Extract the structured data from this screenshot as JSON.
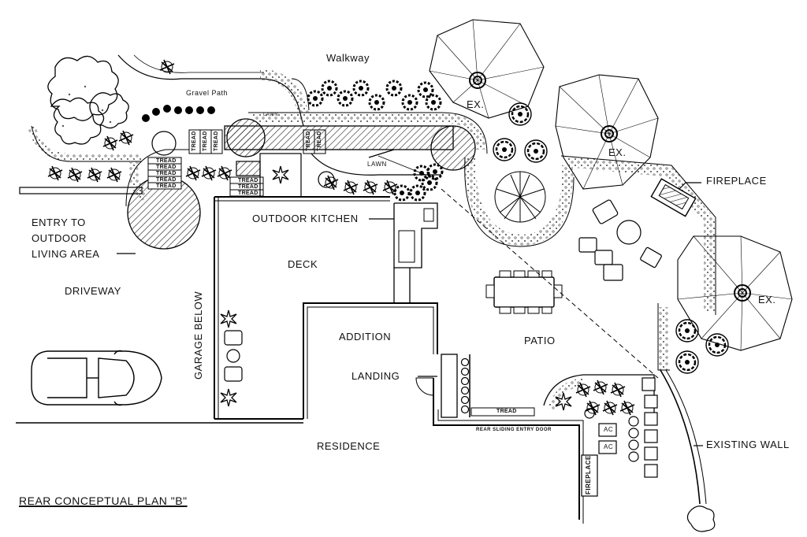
{
  "title": "REAR CONCEPTUAL PLAN \"B\"",
  "labels": {
    "walkway": "Walkway",
    "gravel_path": "Gravel Path",
    "lawn_small": "LAWN",
    "lawn": "LAWN",
    "tread": "TREAD",
    "entry": [
      "ENTRY TO",
      "OUTDOOR",
      "LIVING AREA"
    ],
    "driveway": "DRIVEWAY",
    "garage_below": "GARAGE BELOW",
    "outdoor_kitchen": "OUTDOOR KITCHEN",
    "deck": "DECK",
    "addition": "ADDITION",
    "landing": "LANDING",
    "residence": "RESIDENCE",
    "patio": "PATIO",
    "fireplace_top": "FIREPLACE",
    "fireplace_bottom": "FIREPLACE",
    "existing_wall": "EXISTING  WALL",
    "ex": "EX.",
    "rear_sliding_door": "REAR SLIDING ENTRY DOOR",
    "ac": "AC"
  }
}
